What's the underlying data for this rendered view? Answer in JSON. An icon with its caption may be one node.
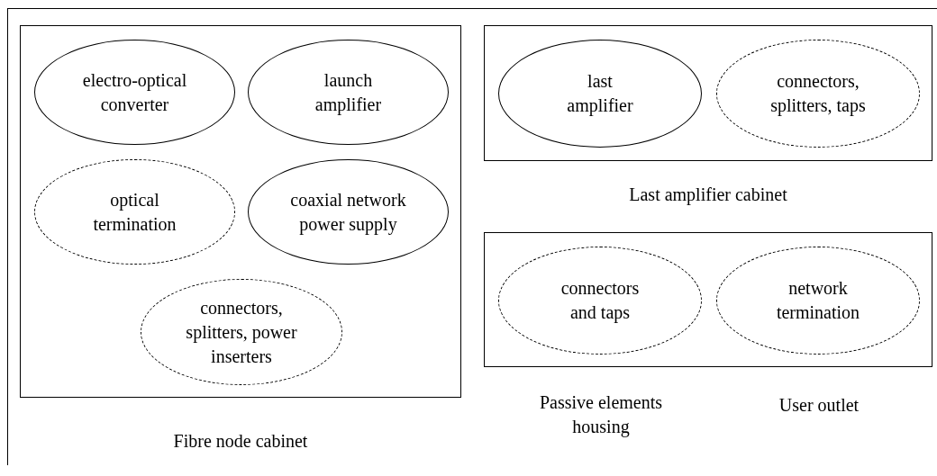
{
  "diagram": {
    "nodes": [
      {
        "text": [
          "Fibre node cabinet"
        ]
      },
      {
        "text": [
          "electro-optical converter"
        ],
        "in": 0
      },
      {
        "text": [
          "launch amplifier"
        ],
        "in": 0
      },
      {
        "text": [
          "optical termination"
        ],
        "in": 0
      },
      {
        "text": [
          "coaxial network power supply"
        ],
        "in": 0
      },
      {
        "text": [
          "connectors, splitters, power inserters"
        ],
        "in": 0
      },
      {
        "text": [
          "Last amplifier cabinet"
        ]
      },
      {
        "text": [
          "last amplifier"
        ],
        "in": 6
      },
      {
        "text": [
          "connectors, splitters, taps"
        ],
        "in": 6
      },
      {
        "text": [],
        "shape": "box"
      },
      {
        "text": [
          "connectors and taps"
        ],
        "in": 9,
        "beside": [
          "Passive elements housing"
        ]
      },
      {
        "text": [
          "network termination"
        ],
        "in": 9,
        "beside": [
          "User outlet"
        ]
      }
    ],
    "edges": []
  }
}
